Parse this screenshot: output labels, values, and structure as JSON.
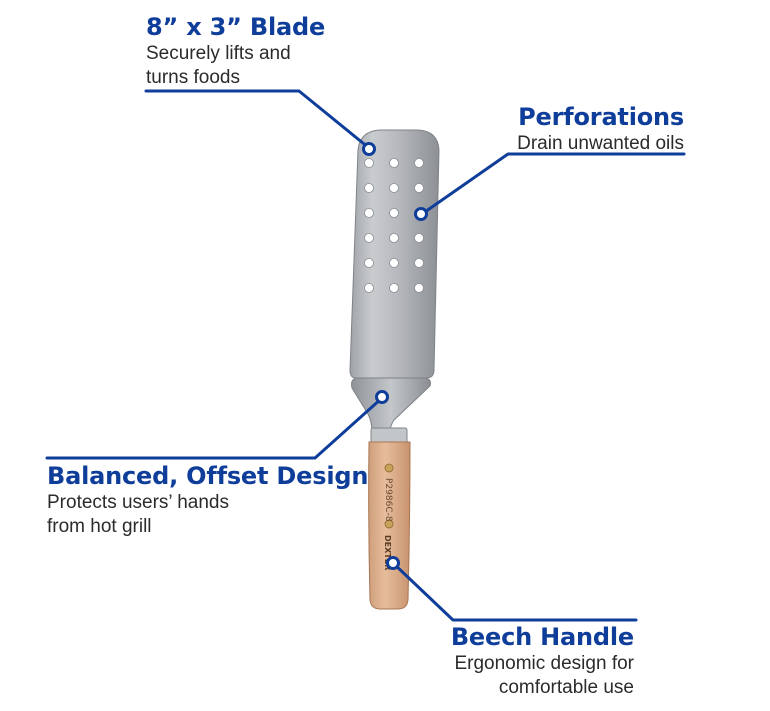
{
  "colors": {
    "accent": "#0f3d9a",
    "text": "#2b2b2b",
    "blade": "#b9bcc0",
    "handle": "#dcae8c"
  },
  "callouts": {
    "blade": {
      "title": "8” x 3” Blade",
      "desc": [
        "Securely lifts and",
        "turns foods"
      ]
    },
    "perforations": {
      "title": "Perforations",
      "desc": [
        "Drain unwanted oils"
      ]
    },
    "offset": {
      "title": "Balanced, Offset Design",
      "desc": [
        "Protects users’ hands",
        "from hot grill"
      ]
    },
    "handle": {
      "title": "Beech Handle",
      "desc": [
        "Ergonomic design for",
        "comfortable use"
      ]
    }
  },
  "product": {
    "model_code": "P2986C-8",
    "brand_mark": "DEXTER"
  }
}
